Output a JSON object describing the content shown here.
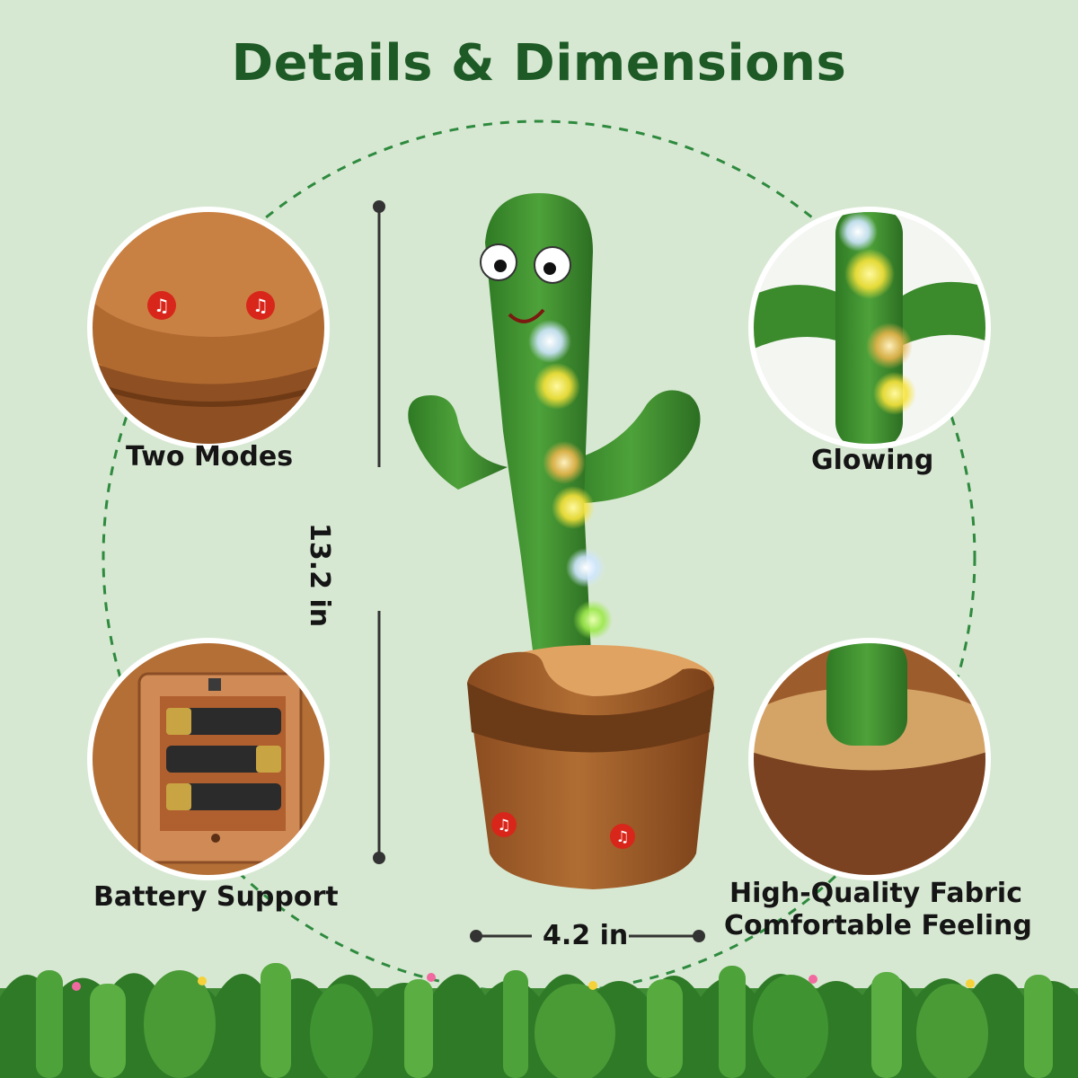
{
  "title": "Details & Dimensions",
  "dimensions": {
    "height": "13.2 in",
    "width": "4.2 in"
  },
  "features": [
    {
      "label": "Two Modes",
      "icon": "music-note-icon"
    },
    {
      "label": "Glowing",
      "icon": "led-light-icon"
    },
    {
      "label": "Battery Support",
      "icon": "battery-icon"
    },
    {
      "label": "High-Quality Fabric",
      "label2": "Comfortable Feeling",
      "icon": "fabric-icon"
    }
  ],
  "colors": {
    "background": "#d7e8d2",
    "title": "#1e5a26",
    "cactus": "#3c8a2e",
    "pot": "#a45f2a",
    "ring": "#2e8a3e"
  }
}
